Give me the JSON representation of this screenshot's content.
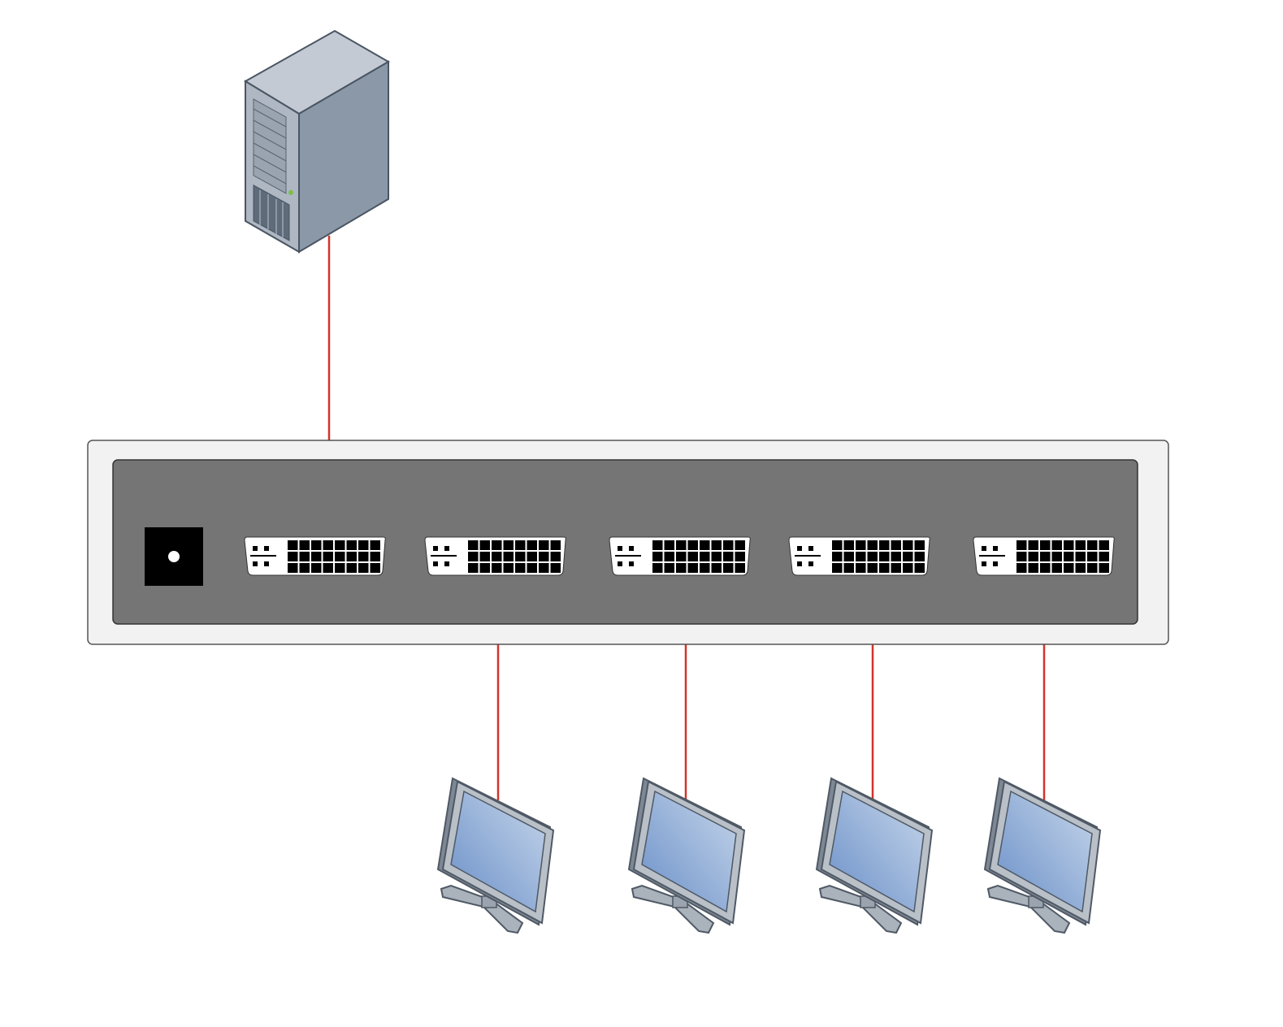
{
  "colors": {
    "background": "#ffffff",
    "cable": "#d2332b",
    "switch_outer": "#f2f2f2",
    "switch_panel": "#757575",
    "port": "#ffffff",
    "pin": "#000000",
    "server_front": "#aeb7c2",
    "server_side": "#8a98a8",
    "server_top": "#c3cad3",
    "screen": "#7d9fd0"
  },
  "components": {
    "source": "server-tower",
    "splitter": {
      "power_port": 1,
      "input_ports": 1,
      "output_ports": 4
    },
    "outputs": [
      "monitor",
      "monitor",
      "monitor",
      "monitor"
    ]
  }
}
